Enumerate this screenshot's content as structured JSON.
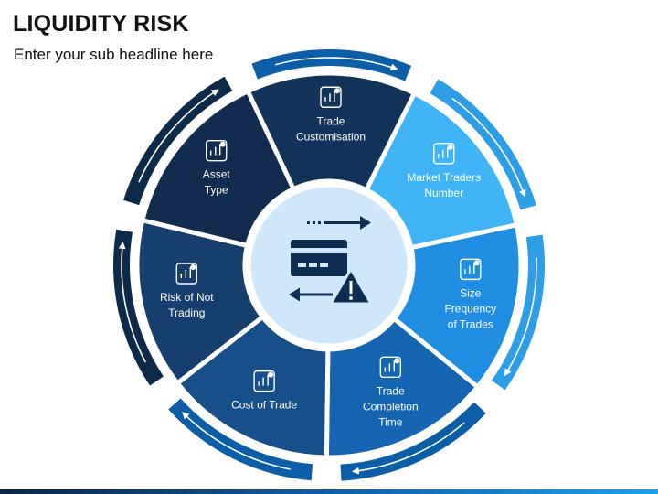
{
  "title": "LIQUIDITY RISK",
  "subtitle": "Enter your sub headline here",
  "segments": [
    {
      "id": "trade-customisation",
      "lines": [
        "Trade",
        "Customisation"
      ],
      "icon": "gear-chart-icon",
      "color": "#13345a"
    },
    {
      "id": "market-traders-number",
      "lines": [
        "Market Traders",
        "Number"
      ],
      "icon": "traders-chart-icon",
      "color": "#3eb3f5"
    },
    {
      "id": "size-frequency-of-trades",
      "lines": [
        "Size",
        "Frequency",
        "of Trades"
      ],
      "icon": "hourglass-document-icon",
      "color": "#1f8de2"
    },
    {
      "id": "trade-completion-time",
      "lines": [
        "Trade",
        "Completion",
        "Time"
      ],
      "icon": "clock-clipboard-icon",
      "color": "#1565b2"
    },
    {
      "id": "cost-of-trade",
      "lines": [
        "Cost of Trade"
      ],
      "icon": "coins-piggy-icon",
      "color": "#174f8a"
    },
    {
      "id": "risk-of-not-trading",
      "lines": [
        "Risk of Not",
        "Trading"
      ],
      "icon": "warning-chart-icon",
      "color": "#163f6e"
    },
    {
      "id": "asset-type",
      "lines": [
        "Asset",
        "Type"
      ],
      "icon": "house-money-icon",
      "color": "#112c4e"
    }
  ],
  "center": {
    "icon": "card-transfer-warning-icon",
    "fill": "#cfe7fb",
    "ring": "#ffffff"
  },
  "arrow_colors": {
    "dark": "#0e2a4a",
    "mid": "#0d5ea8",
    "light": "#2e9ee8"
  }
}
